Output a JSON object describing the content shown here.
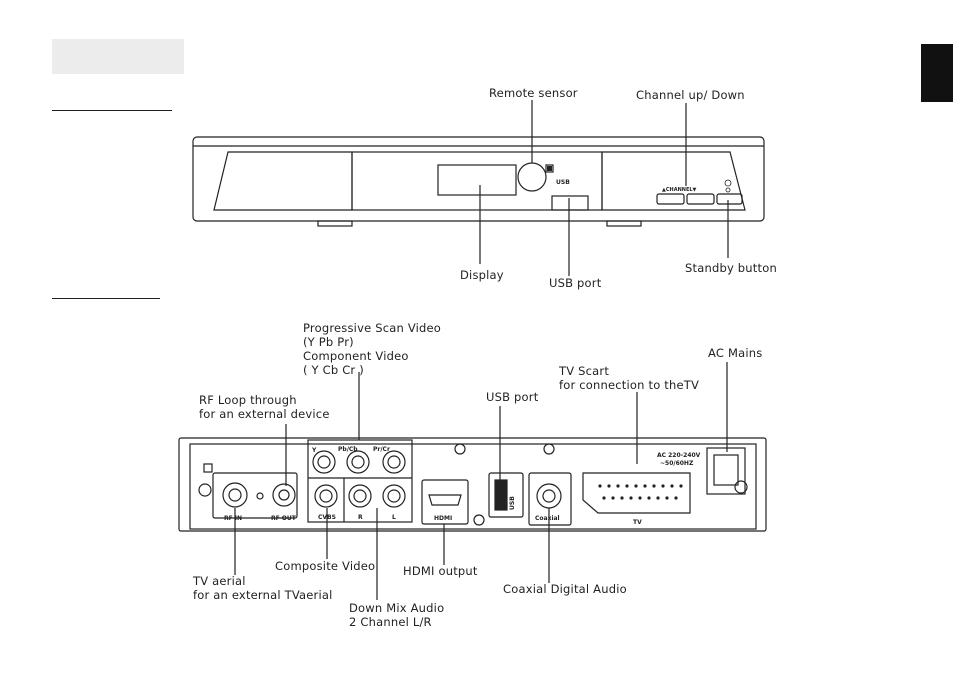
{
  "front_panel": {
    "labels": {
      "remote_sensor": "Remote sensor",
      "channel_up_down": "Channel up/ Down",
      "display": "Display",
      "usb_port": "USB port",
      "standby_button": "Standby button"
    },
    "printed": {
      "usb": "USB",
      "channel": "▲CHANNEL▼"
    }
  },
  "rear_panel": {
    "labels": {
      "progressive_scan": [
        "Progressive Scan Video",
        "(Y Pb Pr)",
        "Component Video",
        "( Y Cb Cr )"
      ],
      "rf_loop": [
        "RF Loop through",
        "for an external device"
      ],
      "usb_port": "USB port",
      "tv_scart": [
        "TV Scart",
        "for connection to theTV"
      ],
      "ac_mains": "AC Mains",
      "composite_video": "Composite Video",
      "hdmi_output": "HDMI output",
      "tv_aerial": [
        "TV aerial",
        "for an external TVaerial"
      ],
      "down_mix": [
        "Down Mix Audio",
        "2 Channel L/R"
      ],
      "coaxial_digital": "Coaxial Digital Audio"
    },
    "printed": {
      "rf_in": "RF IN",
      "rf_out": "RF OUT",
      "y": "Y",
      "pb_cb": "Pb/Cb",
      "pr_cr": "Pr/Cr",
      "cvbs": "CVBS",
      "r": "R",
      "l": "L",
      "hdmi": "HDMI",
      "usb": "USB",
      "coaxial": "Coaxial",
      "tv": "TV",
      "ac_line1": "AC 220-240V",
      "ac_line2": "~50/60HZ"
    }
  },
  "colors": {
    "line": "#222222",
    "header_box": "#ececec",
    "tab": "#111111"
  }
}
